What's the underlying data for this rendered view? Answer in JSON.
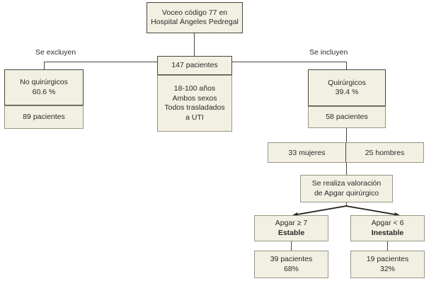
{
  "diagram": {
    "title_node": {
      "lines": [
        "Voceo código 77 en",
        "Hospital Ángeles Pedregal"
      ]
    },
    "total_node": {
      "header": "147 pacientes",
      "body_lines": [
        "18-100 años",
        "Ambos sexos",
        "Todos trasladados",
        "a UTI"
      ]
    },
    "edge_labels": {
      "excluded": "Se excluyen",
      "included": "Se incluyen"
    },
    "excluded_node": {
      "header_lines": [
        "No quirúrgicos",
        "60.6 %"
      ],
      "footer": "89 pacientes"
    },
    "included_node": {
      "header_lines": [
        "Quirúrgicos",
        "39.4 %"
      ],
      "footer": "58 pacientes"
    },
    "sex_split": {
      "left": "33 mujeres",
      "right": "25 hombres"
    },
    "assessment_node": {
      "lines": [
        "Se realiza valoración",
        "de Apgar quirúrgico"
      ]
    },
    "outcome_stable": {
      "score_label": "Apgar ≥ 7",
      "status_label": "Estable",
      "count": "39 pacientes",
      "percent": "68%"
    },
    "outcome_unstable": {
      "score_label": "Apgar < 6",
      "status_label": "Inestable",
      "count": "19 pacientes",
      "percent": "32%"
    },
    "colors": {
      "node_fill": "#f2efe3",
      "node_border": "#4a463c",
      "background": "#ffffff"
    }
  }
}
